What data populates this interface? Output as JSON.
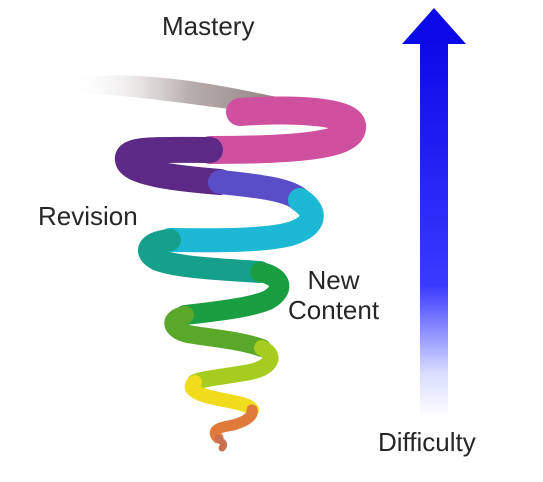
{
  "labels": {
    "mastery": "Mastery",
    "revision": "Revision",
    "new_content_line1": "New",
    "new_content_line2": "Content",
    "difficulty": "Difficulty"
  },
  "colors": {
    "arrow": "#1010f0",
    "tail": "#8c7a78",
    "magenta": "#c8489a",
    "purple": "#5a2a8a",
    "blue": "#4a5ad0",
    "cyan": "#18b8d0",
    "green": "#18a048",
    "lime": "#6ac020",
    "yellow": "#f0e020",
    "orange": "#e07a3a"
  }
}
